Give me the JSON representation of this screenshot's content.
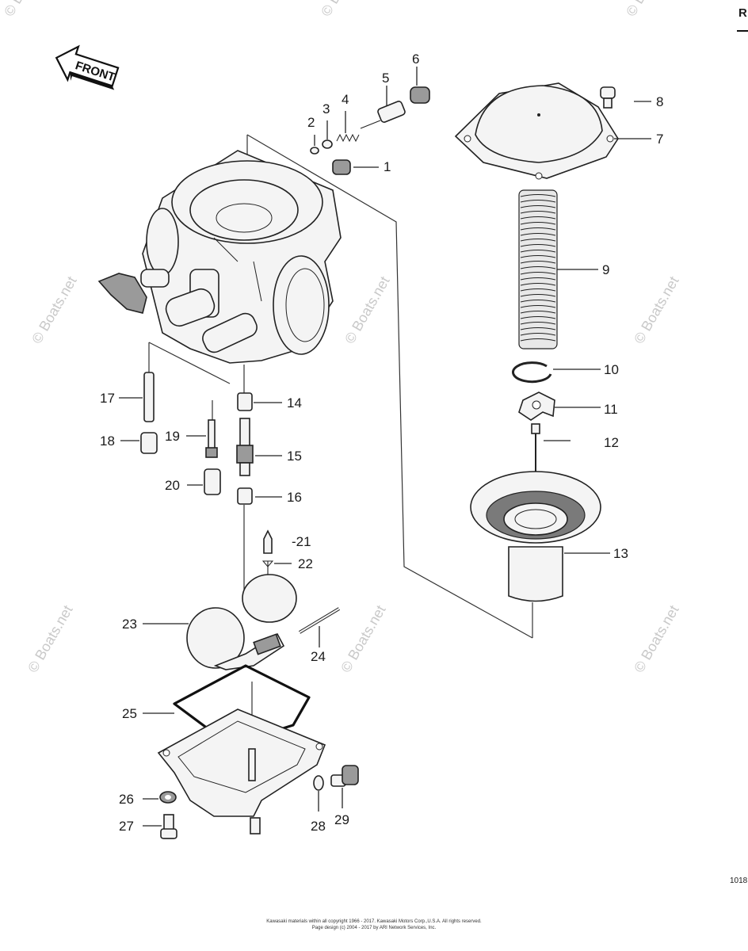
{
  "watermark": "© Boats.net",
  "front_label": "FRONT",
  "corner_mark": "R",
  "figure_code": "1018",
  "copyright_lines": [
    "Kawasaki materials within all copyright 1966 - 2017. Kawasaki Motors Corp.,U.S.A. All rights reserved.",
    "Page design (c) 2004 - 2017 by ARI Network Services, Inc."
  ],
  "callouts": [
    {
      "id": "c1",
      "label": "1"
    },
    {
      "id": "c2",
      "label": "2"
    },
    {
      "id": "c3",
      "label": "3"
    },
    {
      "id": "c4",
      "label": "4"
    },
    {
      "id": "c5",
      "label": "5"
    },
    {
      "id": "c6",
      "label": "6"
    },
    {
      "id": "c7",
      "label": "7"
    },
    {
      "id": "c8",
      "label": "8"
    },
    {
      "id": "c9",
      "label": "9"
    },
    {
      "id": "c10",
      "label": "10"
    },
    {
      "id": "c11",
      "label": "11"
    },
    {
      "id": "c12",
      "label": "12"
    },
    {
      "id": "c13",
      "label": "13"
    },
    {
      "id": "c14",
      "label": "14"
    },
    {
      "id": "c15",
      "label": "15"
    },
    {
      "id": "c16",
      "label": "16"
    },
    {
      "id": "c17",
      "label": "17"
    },
    {
      "id": "c18",
      "label": "18"
    },
    {
      "id": "c19",
      "label": "19"
    },
    {
      "id": "c20",
      "label": "20"
    },
    {
      "id": "c21",
      "label": "-21"
    },
    {
      "id": "c22",
      "label": "22"
    },
    {
      "id": "c23",
      "label": "23"
    },
    {
      "id": "c24",
      "label": "24"
    },
    {
      "id": "c25",
      "label": "25"
    },
    {
      "id": "c26",
      "label": "26"
    },
    {
      "id": "c27",
      "label": "27"
    },
    {
      "id": "c28",
      "label": "28"
    },
    {
      "id": "c29",
      "label": "29"
    }
  ]
}
